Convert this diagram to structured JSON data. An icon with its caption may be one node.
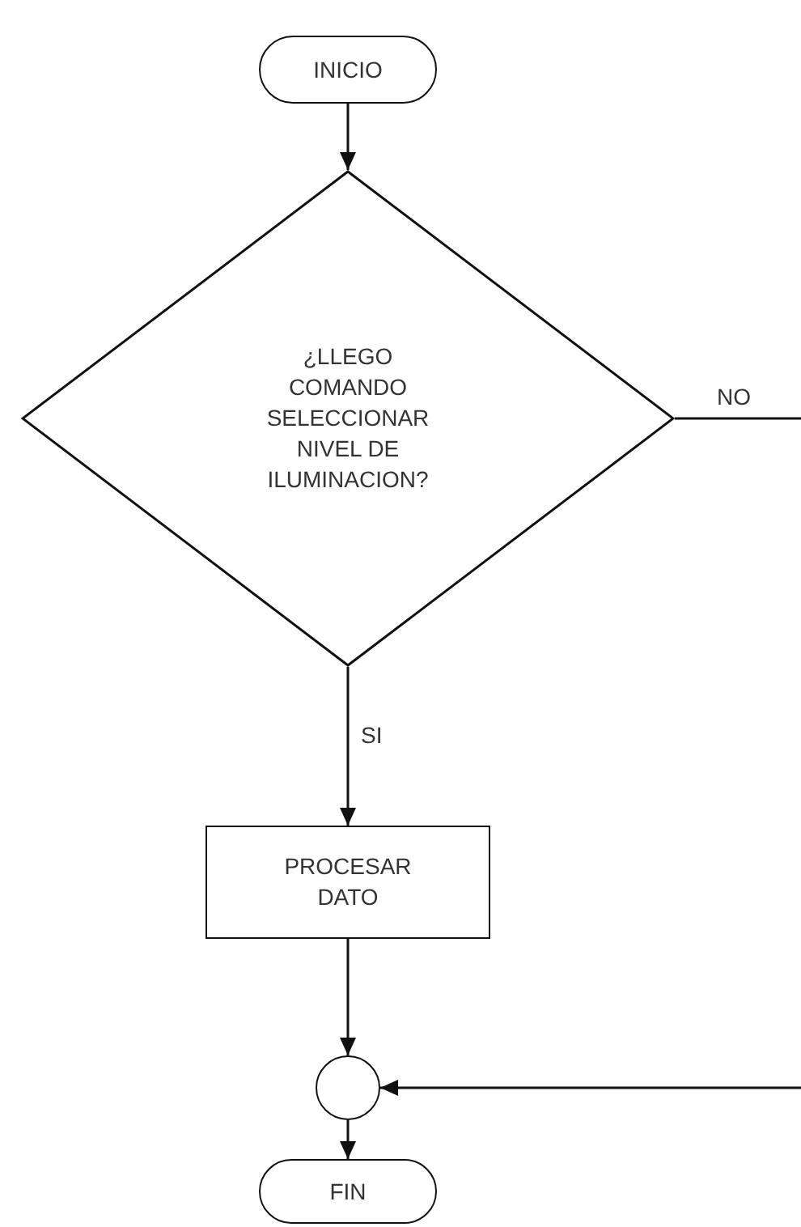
{
  "diagram": {
    "nodes": [
      {
        "text": [
          "INICIO"
        ]
      },
      {
        "text": [
          "¿LLEGO COMANDO SELECCIONAR NIVEL DE ILUMINACION?"
        ]
      },
      {
        "text": [
          "PROCESAR DATO"
        ]
      },
      {
        "text": [],
        "shape": "circle"
      },
      {
        "text": [
          "FIN"
        ]
      }
    ],
    "edges": [
      {
        "from": 0,
        "to": 1,
        "arrow": "to"
      },
      {
        "from": 1,
        "to": null,
        "arrow": "none",
        "label": "NO"
      },
      {
        "from": 1,
        "to": 2,
        "arrow": "to",
        "label": "SI"
      },
      {
        "from": 2,
        "to": 3,
        "arrow": "to"
      },
      {
        "from": null,
        "to": 3,
        "arrow": "to"
      },
      {
        "from": 3,
        "to": 4,
        "arrow": "to"
      }
    ]
  }
}
